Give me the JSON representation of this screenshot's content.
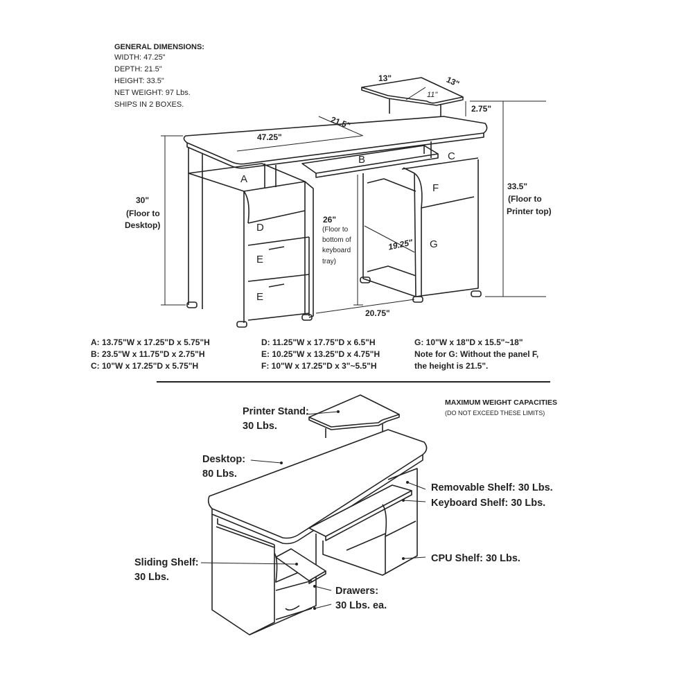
{
  "general": {
    "title": "GENERAL DIMENSIONS:",
    "lines": [
      "WIDTH: 47.25\"",
      "DEPTH: 21.5\"",
      "HEIGHT: 33.5\"",
      "NET WEIGHT: 97 Lbs.",
      "SHIPS IN 2 BOXES."
    ]
  },
  "dims": {
    "top_w": "13\"",
    "top_d": "13\"",
    "top_diag": "11\"",
    "stand_h": "2.75\"",
    "depth": "21.5\"",
    "width": "47.25\"",
    "h30": "30\"",
    "h30_note1": "(Floor to",
    "h30_note2": "Desktop)",
    "h26": "26\"",
    "h26_note1": "(Floor to",
    "h26_note2": "bottom of",
    "h26_note3": "keyboard",
    "h26_note4": "tray)",
    "h335": "33.5\"",
    "h335_note1": "(Floor to",
    "h335_note2": "Printer top)",
    "inner_depth": "19.25\"",
    "inner_width": "20.75\""
  },
  "letters": [
    "A",
    "B",
    "C",
    "D",
    "E",
    "E",
    "F",
    "G"
  ],
  "specs": {
    "col1": [
      "A: 13.75\"W x 17.25\"D x 5.75\"H",
      "B: 23.5\"W x 11.75\"D x 2.75\"H",
      "C: 10\"W x 17.25\"D x 5.75\"H"
    ],
    "col2": [
      "D: 11.25\"W x 17.75\"D x 6.5\"H",
      "E: 10.25\"W x 13.25\"D x 4.75\"H",
      "F: 10\"W x 17.25\"D x 3\"~5.5\"H"
    ],
    "col3": [
      "G: 10\"W x 18\"D x 15.5\"~18\"",
      "Note for G: Without the panel F,",
      "the height is 21.5\"."
    ]
  },
  "capacities": {
    "title": "MAXIMUM WEIGHT CAPACITIES",
    "subtitle": "(DO NOT EXCEED THESE LIMITS)",
    "printer_stand": [
      "Printer Stand:",
      "30 Lbs."
    ],
    "desktop": [
      "Desktop:",
      "80 Lbs."
    ],
    "removable_shelf": "Removable Shelf: 30 Lbs.",
    "keyboard_shelf": "Keyboard Shelf: 30 Lbs.",
    "sliding_shelf": [
      "Sliding Shelf:",
      "30 Lbs."
    ],
    "cpu_shelf": "CPU Shelf: 30 Lbs.",
    "drawers": [
      "Drawers:",
      "30 Lbs. ea."
    ]
  }
}
